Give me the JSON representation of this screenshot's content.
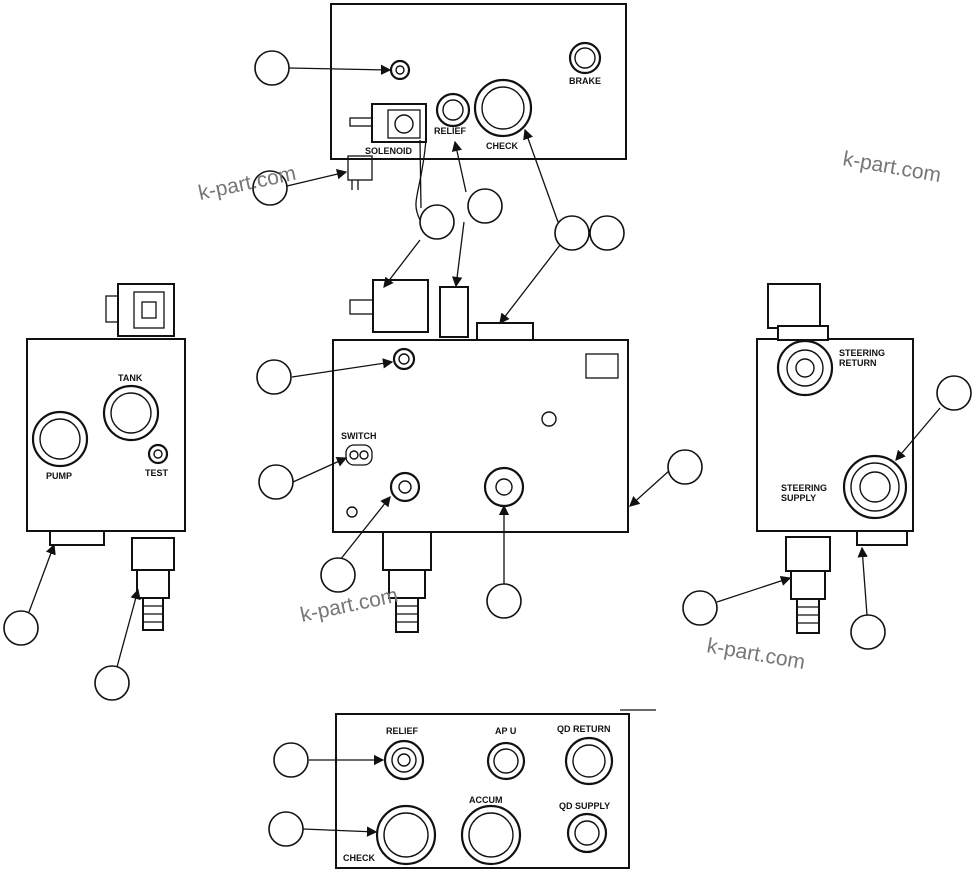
{
  "labels": {
    "brake": "BRAKE",
    "solenoid": "SOLENOID",
    "relief_top": "RELIEF",
    "check_top": "CHECK",
    "tank": "TANK",
    "pump": "PUMP",
    "test": "TEST",
    "switch": "SWITCH",
    "steering_return_1": "STEERING",
    "steering_return_2": "RETURN",
    "steering_supply_1": "STEERING",
    "steering_supply_2": "SUPPLY",
    "relief_bottom": "RELIEF",
    "apu": "AP U",
    "qd_return": "QD RETURN",
    "accum": "ACCUM",
    "qd_supply": "QD SUPPLY",
    "check_bottom": "CHECK"
  },
  "watermarks": [
    "k-part.com",
    "k-part.com",
    "k-part.com",
    "k-part.com"
  ],
  "colors": {
    "ink": "#111111",
    "watermark": "#777777",
    "paper": "#ffffff"
  }
}
